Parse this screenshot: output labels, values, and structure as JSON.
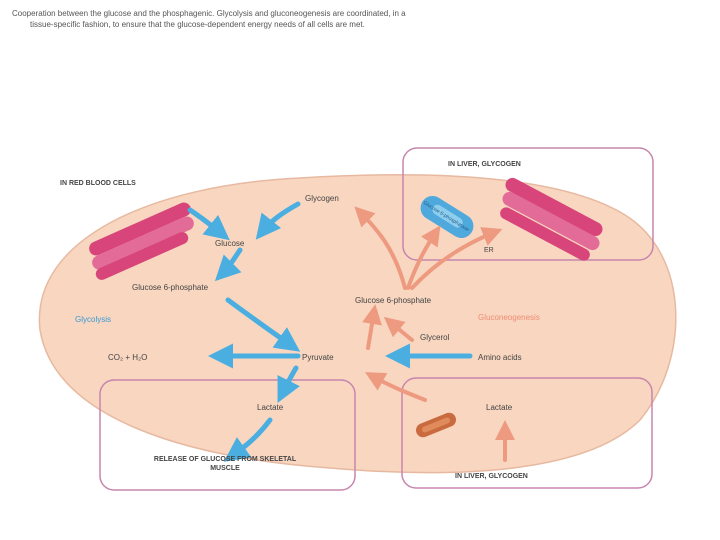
{
  "caption": {
    "line1": "Cooperation between the glucose and the phosphagenic. Glycolysis and gluconeogenesis are coordinated, in a",
    "line2": "tissue-specific fashion, to ensure that the glucose-dependent energy needs of all cells are met."
  },
  "labels": {
    "red_blood_cells": "IN RED BLOOD CELLS",
    "liver_region_top": "IN LIVER, GLYCOGEN",
    "liver_region_bottom": "IN LIVER, GLYCOGEN",
    "muscle_region": "RELEASE OF GLUCOSE FROM SKELETAL MUSCLE",
    "glycogen": "Glycogen",
    "glucose": "Glucose",
    "glucose_6p_left": "Glucose 6-phosphate",
    "glucose_6p_right": "Glucose 6-phosphate",
    "glycolysis": "Glycolysis",
    "gluconeogenesis": "Gluconeogenesis",
    "co2_h2o": "CO₂ + H₂O",
    "pyruvate": "Pyruvate",
    "glycerol": "Glycerol",
    "amino_acids": "Amino acids",
    "lactate_left": "Lactate",
    "lactate_right": "Lactate",
    "er": "ER",
    "er_enzyme": "Glucose 6-phosphatase"
  },
  "colors": {
    "cell_fill": "#f8d6c0",
    "cell_stroke": "#e7b9a0",
    "box_stroke": "#c785ad",
    "blue_arrow": "#4aaee0",
    "red_arrow": "#ee9a80",
    "blue_text": "#3a9ad6",
    "red_text": "#ef8d72",
    "rbc_fill": "#d8457a",
    "er_fill": "#4fa9dc",
    "mito_fill": "#c96a3f"
  }
}
